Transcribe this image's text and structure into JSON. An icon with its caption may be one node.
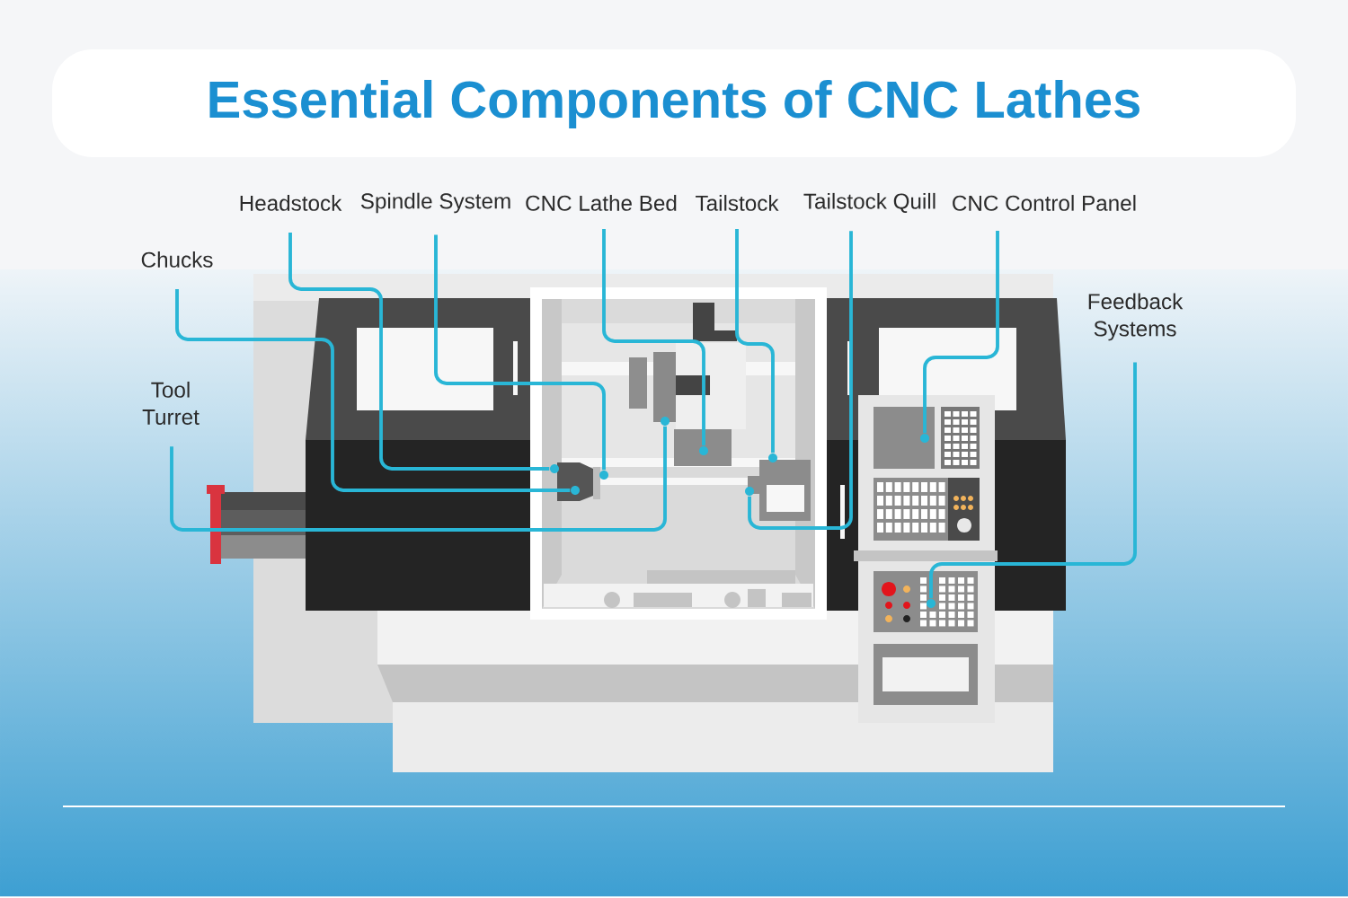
{
  "diagram": {
    "title": "Essential Components of CNC Lathes",
    "nodes": [
      {
        "text": [
          "Headstock"
        ]
      },
      {
        "text": [
          "Spindle System"
        ]
      },
      {
        "text": [
          "CNC Lathe Bed"
        ]
      },
      {
        "text": [
          "Tailstock"
        ]
      },
      {
        "text": [
          "Tailstock Quill"
        ]
      },
      {
        "text": [
          "CNC Control Panel"
        ]
      },
      {
        "text": [
          "Chucks"
        ]
      },
      {
        "text": [
          "Feedback Systems"
        ]
      },
      {
        "text": [
          "Tool Turret"
        ]
      },
      {
        "text": [],
        "shape": "circle"
      },
      {
        "text": [],
        "shape": "circle"
      },
      {
        "text": [],
        "shape": "circle"
      },
      {
        "text": [],
        "shape": "circle"
      },
      {
        "text": [],
        "shape": "circle"
      },
      {
        "text": [],
        "shape": "circle"
      },
      {
        "text": [],
        "shape": "circle"
      },
      {
        "text": [],
        "shape": "circle"
      },
      {
        "text": [],
        "shape": "circle"
      }
    ],
    "edges": [
      {
        "from": 0,
        "to": 9,
        "arrow": "none"
      },
      {
        "from": 1,
        "to": 11,
        "arrow": "none"
      },
      {
        "from": 2,
        "to": 13,
        "arrow": "none"
      },
      {
        "from": 3,
        "to": 15,
        "arrow": "none"
      },
      {
        "from": 4,
        "to": 14,
        "arrow": "none"
      },
      {
        "from": 5,
        "to": 16,
        "arrow": "none"
      },
      {
        "from": 6,
        "to": 10,
        "arrow": "none"
      },
      {
        "from": 7,
        "to": 17,
        "arrow": "none"
      },
      {
        "from": 8,
        "to": 12,
        "arrow": "none"
      }
    ]
  }
}
